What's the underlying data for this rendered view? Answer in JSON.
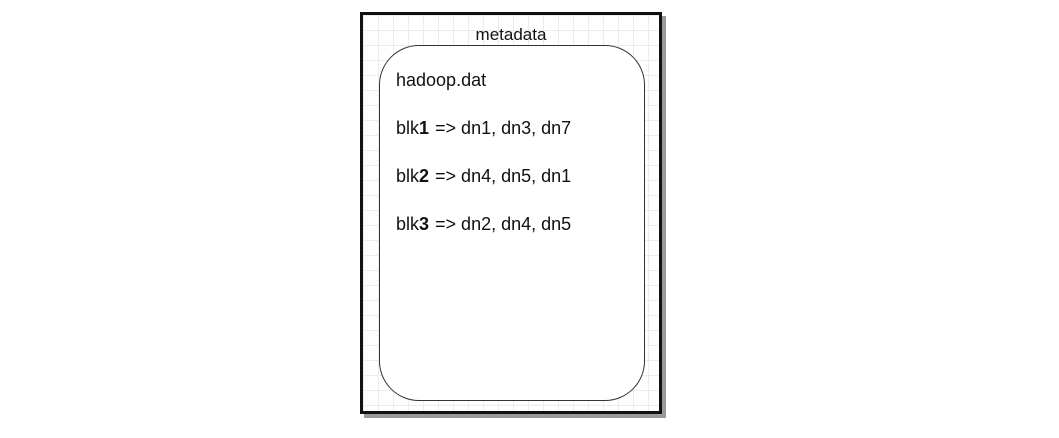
{
  "diagram": {
    "title": "metadata",
    "filename": "hadoop.dat",
    "blocks": [
      {
        "prefix": "blk",
        "number": "1",
        "mapping": "=> dn1, dn3, dn7"
      },
      {
        "prefix": "blk",
        "number": "2",
        "mapping": "=> dn4, dn5, dn1"
      },
      {
        "prefix": "blk",
        "number": "3",
        "mapping": "=> dn2, dn4, dn5"
      }
    ]
  }
}
